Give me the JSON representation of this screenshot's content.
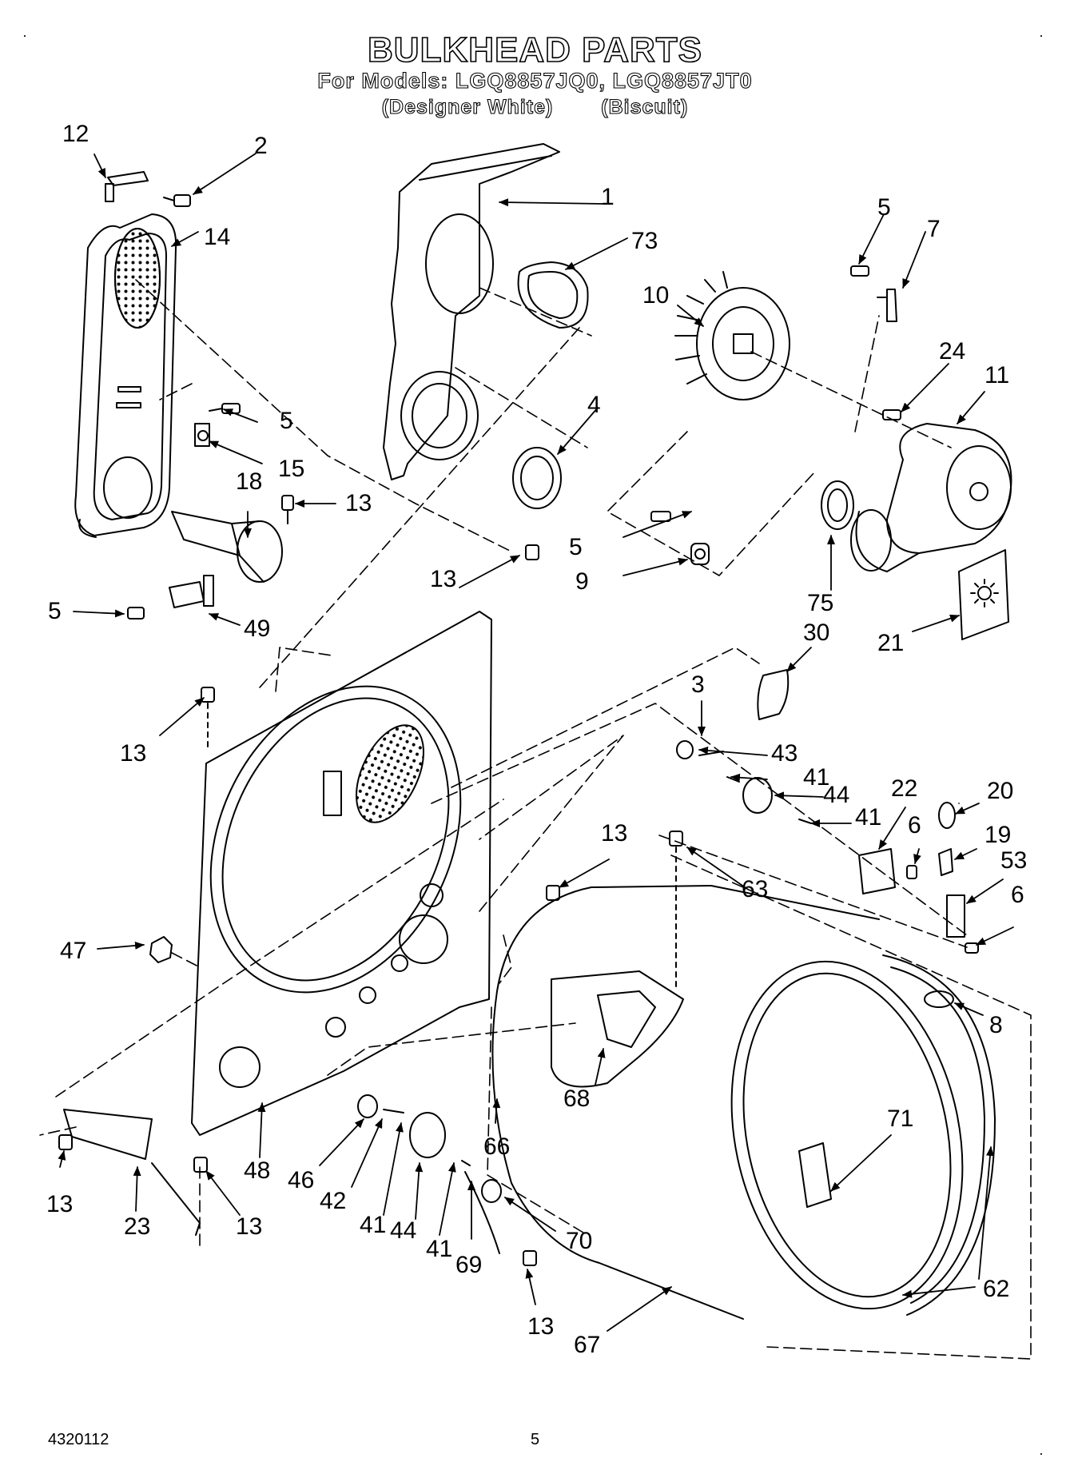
{
  "header": {
    "title": "BULKHEAD PARTS",
    "models": "For Models: LGQ8857JQ0, LGQ8857JT0",
    "variant_1": "(Designer White)",
    "variant_2": "(Biscuit)"
  },
  "callouts": {
    "c1": "1",
    "c2": "2",
    "c3": "3",
    "c4": "4",
    "c5a": "5",
    "c5b": "5",
    "c5c": "5",
    "c5d": "5",
    "c6a": "6",
    "c6b": "6",
    "c7": "7",
    "c8": "8",
    "c9": "9",
    "c10": "10",
    "c11": "11",
    "c12": "12",
    "c13a": "13",
    "c13b": "13",
    "c13c": "13",
    "c13d": "13",
    "c13e": "13",
    "c13f": "13",
    "c13g": "13",
    "c14": "14",
    "c15": "15",
    "c18": "18",
    "c19": "19",
    "c20": "20",
    "c21": "21",
    "c22": "22",
    "c23": "23",
    "c24": "24",
    "c30": "30",
    "c41a": "41",
    "c41b": "41",
    "c41c": "41",
    "c41d": "41",
    "c42": "42",
    "c43": "43",
    "c44a": "44",
    "c44b": "44",
    "c46": "46",
    "c47": "47",
    "c48": "48",
    "c49": "49",
    "c53": "53",
    "c62": "62",
    "c63": "63",
    "c66": "66",
    "c67": "67",
    "c68": "68",
    "c69": "69",
    "c70": "70",
    "c71": "71",
    "c73": "73",
    "c75": "75"
  },
  "footer": {
    "doc_number": "4320112",
    "page_number": "5",
    "corner_mark": "·"
  },
  "colors": {
    "ink": "#000000",
    "paper": "#ffffff"
  }
}
